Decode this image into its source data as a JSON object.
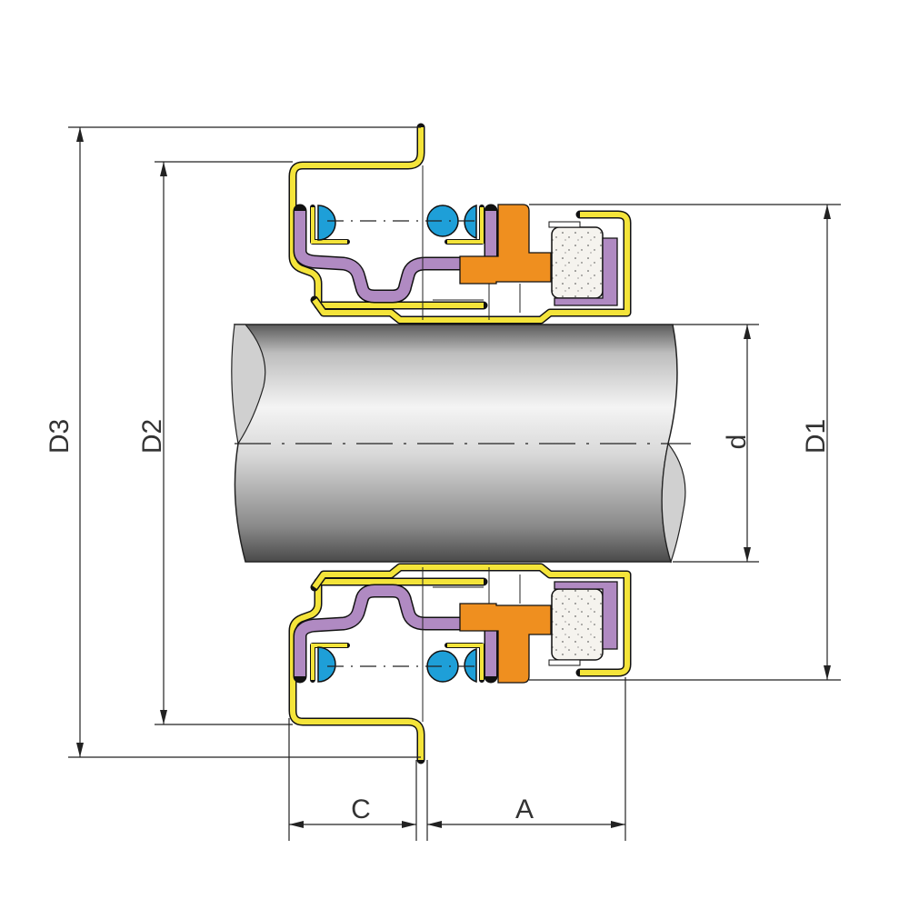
{
  "labels": {
    "D3": "D3",
    "D2": "D2",
    "D1": "D1",
    "d": "d",
    "C": "C",
    "A": "A"
  },
  "colors": {
    "metal": "#f4e43a",
    "bellows": "#b08ac2",
    "spring": "#1e9fd8",
    "ring": "#ef8f1f",
    "face": "#f3f0ea",
    "shaft": "#9a9a9a"
  }
}
